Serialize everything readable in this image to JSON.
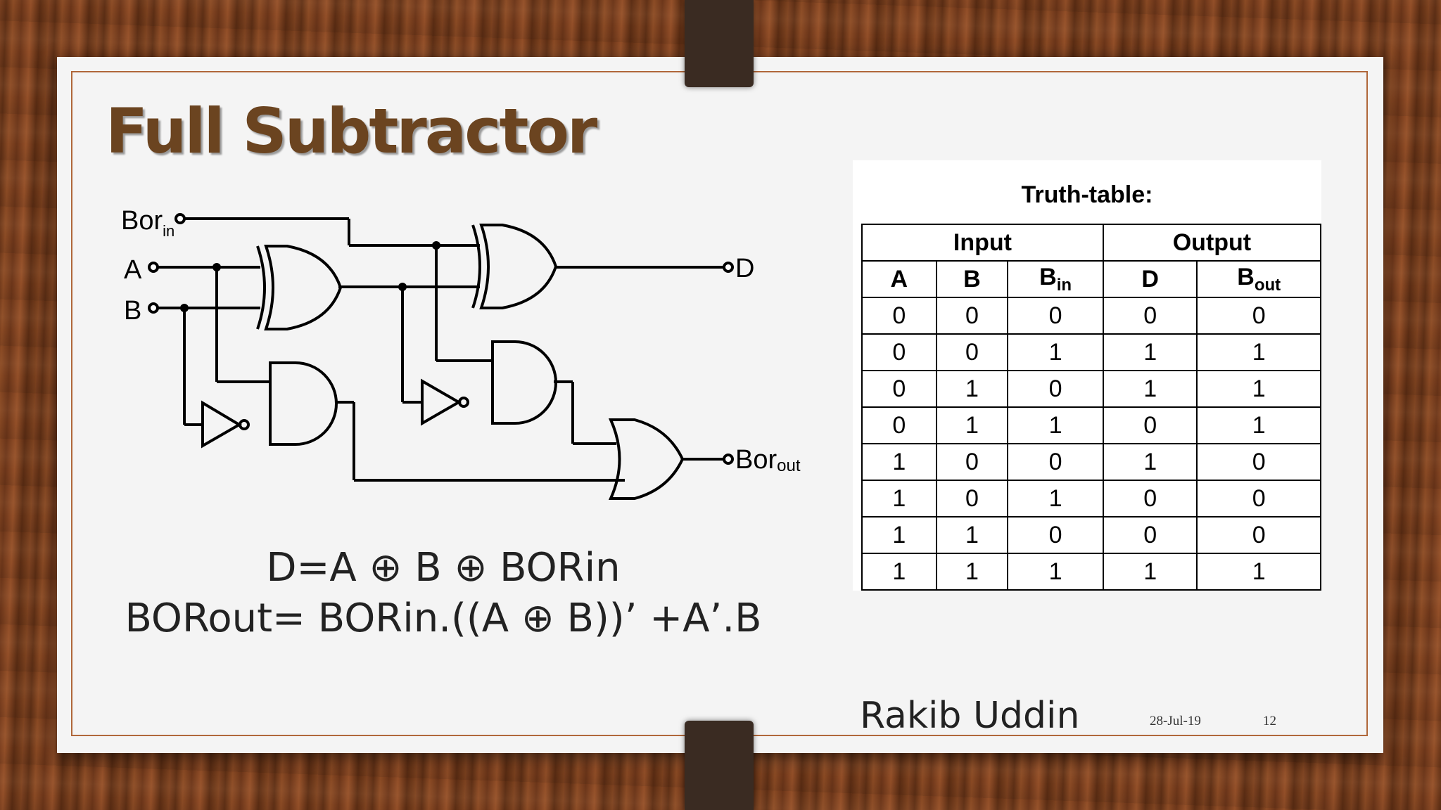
{
  "slide": {
    "title": "Full Subtractor",
    "author": "Rakib Uddin",
    "date": "28-Jul-19",
    "page_number": "12"
  },
  "diagram": {
    "labels": {
      "bor": "Bor",
      "in_sub": "in",
      "out_sub": "out",
      "a": "A",
      "b": "B",
      "d": "D"
    },
    "icons": [
      "xor-gate-icon",
      "and-gate-icon",
      "or-gate-icon",
      "not-gate-icon"
    ]
  },
  "truth_table": {
    "title": "Truth-table:",
    "group_headers": [
      "Input",
      "Output"
    ],
    "columns": {
      "a": "A",
      "b": "B",
      "bin_base": "B",
      "bin_sub": "in",
      "d": "D",
      "bout_base": "B",
      "bout_sub": "out"
    },
    "rows": [
      [
        "0",
        "0",
        "0",
        "0",
        "0"
      ],
      [
        "0",
        "0",
        "1",
        "1",
        "1"
      ],
      [
        "0",
        "1",
        "0",
        "1",
        "1"
      ],
      [
        "0",
        "1",
        "1",
        "0",
        "1"
      ],
      [
        "1",
        "0",
        "0",
        "1",
        "0"
      ],
      [
        "1",
        "0",
        "1",
        "0",
        "0"
      ],
      [
        "1",
        "1",
        "0",
        "0",
        "0"
      ],
      [
        "1",
        "1",
        "1",
        "1",
        "1"
      ]
    ]
  },
  "equations": [
    "D=A ⊕ B ⊕ BORin",
    "BORout= BORin.((A ⊕ B))’ +A’.B"
  ],
  "colors": {
    "title": "#6b4420",
    "frame": "#b0673a",
    "strap": "#3a2b22"
  }
}
